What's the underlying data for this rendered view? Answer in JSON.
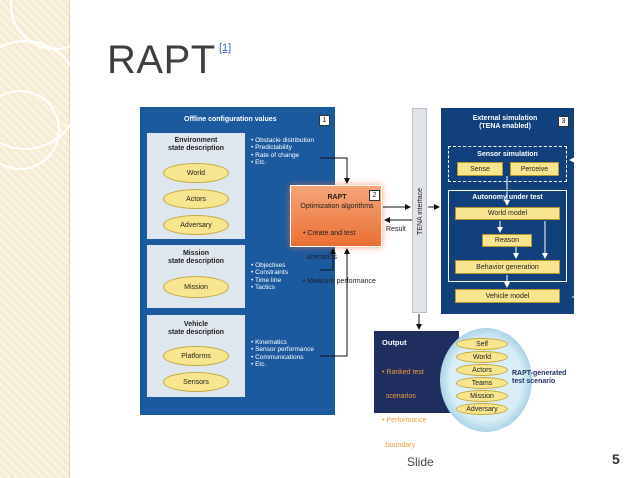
{
  "slide": {
    "title": "RAPT",
    "reference": "[1]",
    "footer_label": "Slide",
    "page_number": "5"
  },
  "diagram": {
    "offline_panel": {
      "title": "Offline configuration values",
      "badge": "1",
      "environment": {
        "title_line1": "Environment",
        "title_line2": "state description",
        "items": [
          "World",
          "Actors",
          "Adversary"
        ],
        "bullets": [
          "• Obstacle distribution",
          "• Predictability",
          "• Rate of change",
          "• Etc."
        ]
      },
      "mission": {
        "title_line1": "Mission",
        "title_line2": "state description",
        "items": [
          "Mission"
        ],
        "bullets": [
          "• Objectives",
          "• Constraints",
          "• Time line",
          "• Tactics"
        ]
      },
      "vehicle": {
        "title_line1": "Vehicle",
        "title_line2": "state description",
        "items": [
          "Platforms",
          "Sensors"
        ],
        "bullets": [
          "• Kinematics",
          "• Sensor performance",
          "• Communications",
          "• Etc."
        ]
      }
    },
    "rapt_box": {
      "badge": "2",
      "title": "RAPT",
      "subtitle": "Optimization algorithms",
      "bullets": [
        "• Create and test",
        "  scenarios",
        "• Measure performance"
      ]
    },
    "result_label": "Result",
    "tena_label": "TENA interface",
    "external_panel": {
      "title_line1": "External simulation",
      "title_line2": "(TENA enabled)",
      "badge": "3",
      "sensor_sim": {
        "title": "Sensor simulation",
        "items": [
          "Sense",
          "Perceive"
        ]
      },
      "autonomy": {
        "title": "Autonomy under test",
        "world_model": "World model",
        "reason": "Reason",
        "behavior": "Behavior generation"
      },
      "vehicle_model": "Vehicle model"
    },
    "output_panel": {
      "title": "Output",
      "bullets": [
        "• Ranked test",
        "  scenarios",
        "• Performance",
        "  boundary"
      ]
    },
    "generated": {
      "items": [
        "Self",
        "World",
        "Actors",
        "Teams",
        "Mission",
        "Adversary"
      ],
      "label_line1": "RAPT-generated",
      "label_line2": "test scenario"
    },
    "colors": {
      "panel_blue": "#1c5aa0",
      "external_navy": "#11407d",
      "rapt_orange": "#ea6f33",
      "cloud_yellow": "#f7e58f",
      "output_navy": "#1f2e5e",
      "output_text_orange": "#f29a3a"
    }
  }
}
